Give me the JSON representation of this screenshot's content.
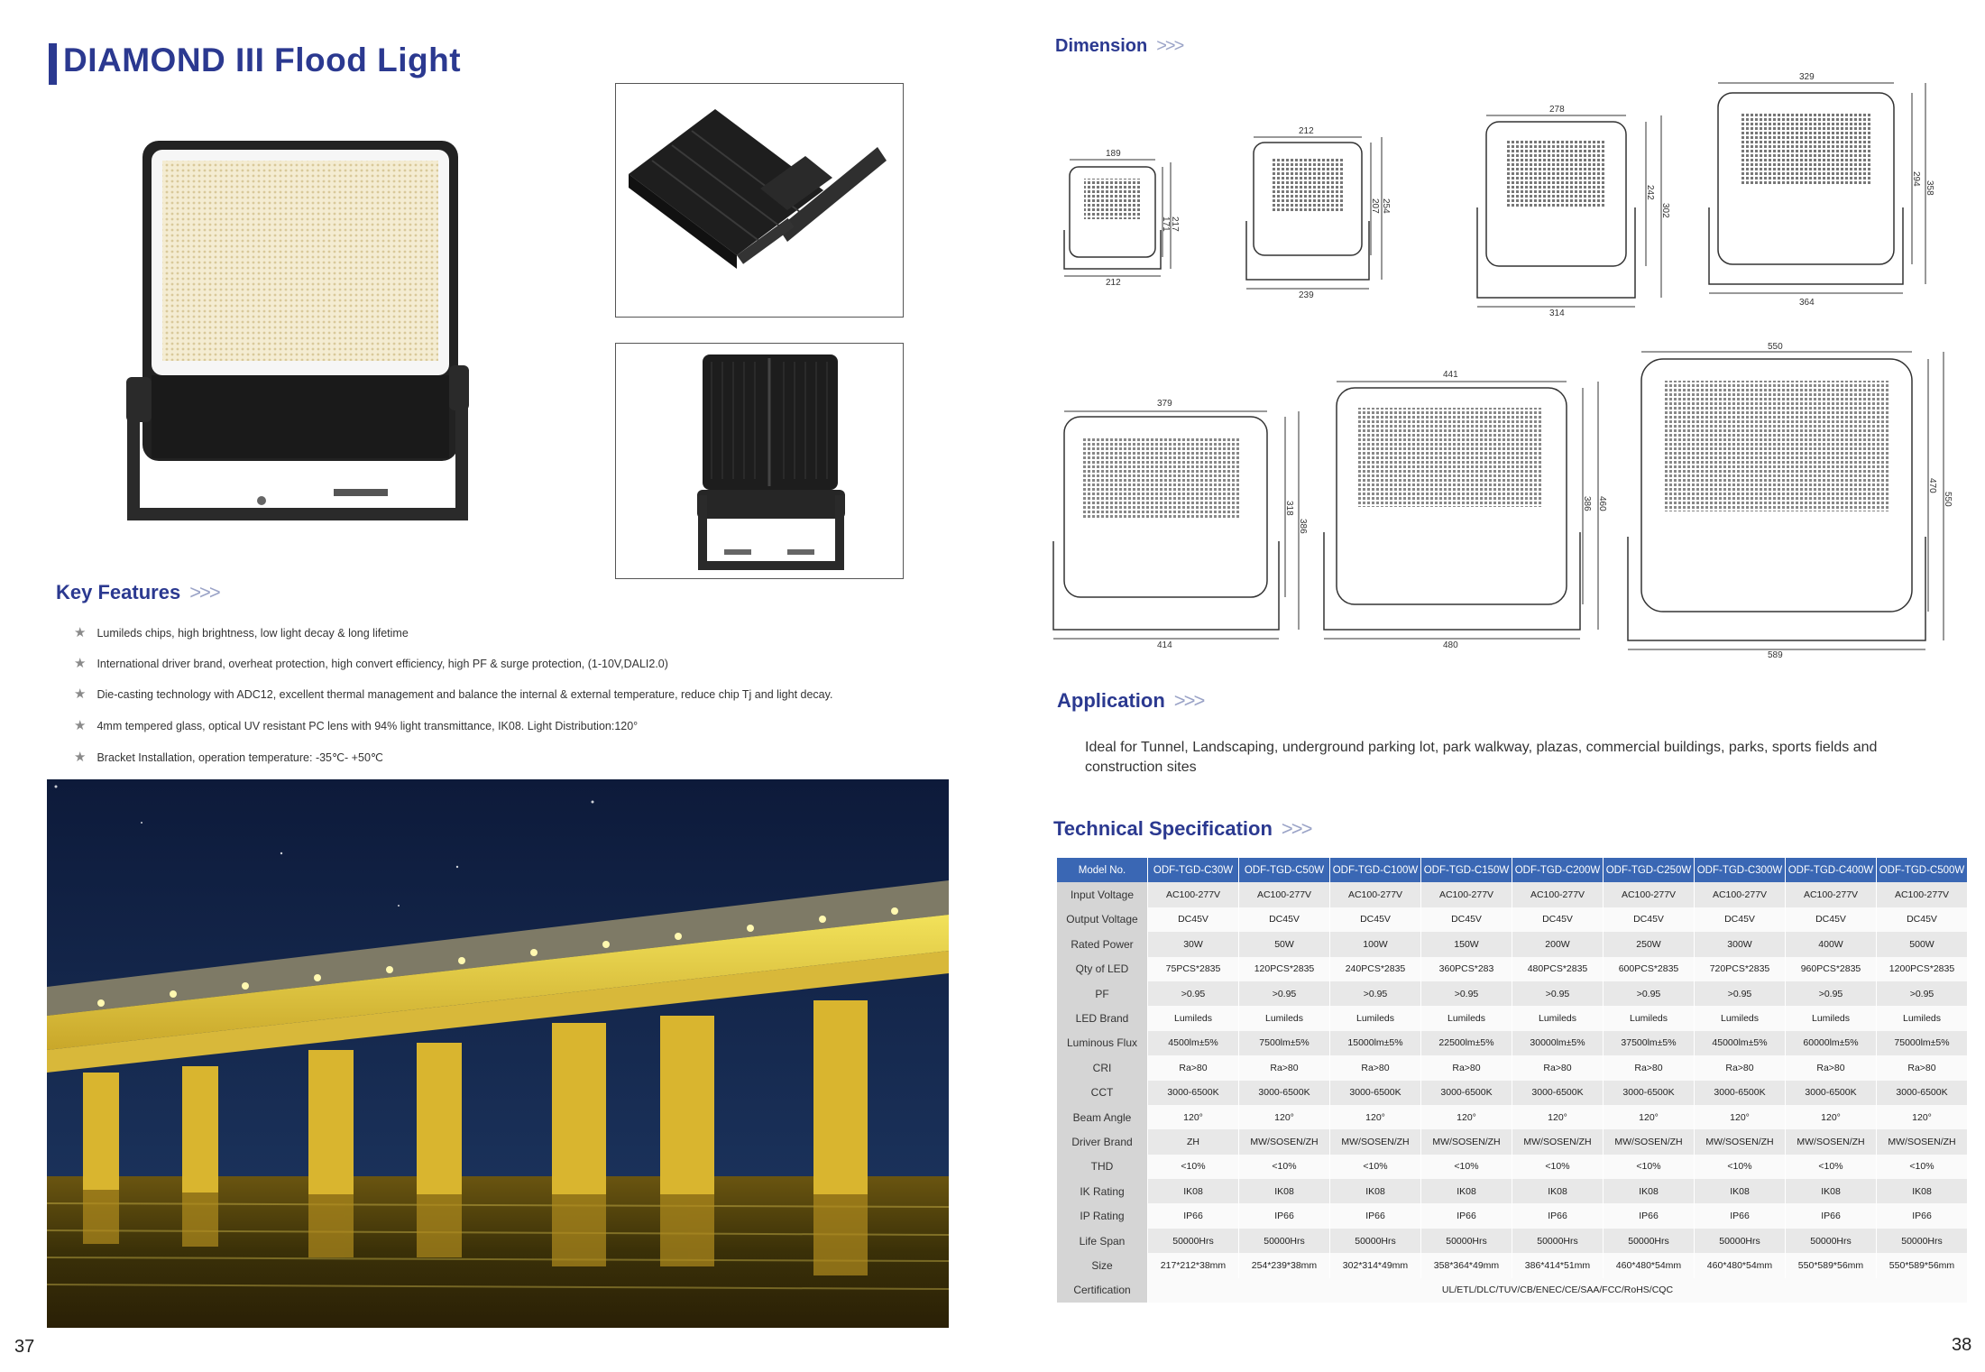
{
  "title": "DIAMOND III Flood Light",
  "key_features": {
    "heading": "Key Features",
    "items": [
      "Lumileds chips, high brightness, low light decay & long lifetime",
      "International driver brand, overheat protection, high convert efficiency, high PF & surge protection, (1-10V,DALI2.0)",
      "Die-casting technology with ADC12, excellent thermal management and balance the internal & external temperature, reduce chip Tj and light decay.",
      "4mm tempered glass, optical UV resistant PC lens with 94% light transmittance, IK08. Light Distribution:120°",
      "Bracket Installation, operation temperature: -35℃- +50℃"
    ]
  },
  "dimension": {
    "heading": "Dimension",
    "row1": [
      {
        "width": "189",
        "bottom": "212",
        "h_inner": "171",
        "h_outer": "217"
      },
      {
        "width": "212",
        "bottom": "239",
        "h_inner": "207",
        "h_outer": "254"
      },
      {
        "width": "278",
        "bottom": "314",
        "h_inner": "242",
        "h_outer": "302"
      },
      {
        "width": "329",
        "bottom": "364",
        "h_inner": "294",
        "h_outer": "358"
      }
    ],
    "row2": [
      {
        "width": "379",
        "bottom": "414",
        "h_inner": "318",
        "h_outer": "386"
      },
      {
        "width": "441",
        "bottom": "480",
        "h_inner": "386",
        "h_outer": "460"
      },
      {
        "width": "550",
        "bottom": "589",
        "h_inner": "470",
        "h_outer": "550"
      }
    ]
  },
  "application": {
    "heading": "Application",
    "text": "Ideal for Tunnel, Landscaping, underground parking lot, park walkway, plazas, commercial buildings, parks, sports fields and construction sites"
  },
  "technical_specification": {
    "heading": "Technical Specification",
    "header_label": "Model No.",
    "models": [
      "ODF-TGD-C30W",
      "ODF-TGD-C50W",
      "ODF-TGD-C100W",
      "ODF-TGD-C150W",
      "ODF-TGD-C200W",
      "ODF-TGD-C250W",
      "ODF-TGD-C300W",
      "ODF-TGD-C400W",
      "ODF-TGD-C500W"
    ],
    "rows": [
      {
        "label": "Input Voltage",
        "values": [
          "AC100-277V",
          "AC100-277V",
          "AC100-277V",
          "AC100-277V",
          "AC100-277V",
          "AC100-277V",
          "AC100-277V",
          "AC100-277V",
          "AC100-277V"
        ]
      },
      {
        "label": "Output Voltage",
        "values": [
          "DC45V",
          "DC45V",
          "DC45V",
          "DC45V",
          "DC45V",
          "DC45V",
          "DC45V",
          "DC45V",
          "DC45V"
        ]
      },
      {
        "label": "Rated Power",
        "values": [
          "30W",
          "50W",
          "100W",
          "150W",
          "200W",
          "250W",
          "300W",
          "400W",
          "500W"
        ]
      },
      {
        "label": "Qty of LED",
        "values": [
          "75PCS*2835",
          "120PCS*2835",
          "240PCS*2835",
          "360PCS*283",
          "480PCS*2835",
          "600PCS*2835",
          "720PCS*2835",
          "960PCS*2835",
          "1200PCS*2835"
        ]
      },
      {
        "label": "PF",
        "values": [
          ">0.95",
          ">0.95",
          ">0.95",
          ">0.95",
          ">0.95",
          ">0.95",
          ">0.95",
          ">0.95",
          ">0.95"
        ]
      },
      {
        "label": "LED Brand",
        "values": [
          "Lumileds",
          "Lumileds",
          "Lumileds",
          "Lumileds",
          "Lumileds",
          "Lumileds",
          "Lumileds",
          "Lumileds",
          "Lumileds"
        ]
      },
      {
        "label": "Luminous Flux",
        "values": [
          "4500lm±5%",
          "7500lm±5%",
          "15000lm±5%",
          "22500lm±5%",
          "30000lm±5%",
          "37500lm±5%",
          "45000lm±5%",
          "60000lm±5%",
          "75000lm±5%"
        ]
      },
      {
        "label": "CRI",
        "values": [
          "Ra>80",
          "Ra>80",
          "Ra>80",
          "Ra>80",
          "Ra>80",
          "Ra>80",
          "Ra>80",
          "Ra>80",
          "Ra>80"
        ]
      },
      {
        "label": "CCT",
        "values": [
          "3000-6500K",
          "3000-6500K",
          "3000-6500K",
          "3000-6500K",
          "3000-6500K",
          "3000-6500K",
          "3000-6500K",
          "3000-6500K",
          "3000-6500K"
        ]
      },
      {
        "label": "Beam Angle",
        "values": [
          "120°",
          "120°",
          "120°",
          "120°",
          "120°",
          "120°",
          "120°",
          "120°",
          "120°"
        ]
      },
      {
        "label": "Driver Brand",
        "values": [
          "ZH",
          "MW/SOSEN/ZH",
          "MW/SOSEN/ZH",
          "MW/SOSEN/ZH",
          "MW/SOSEN/ZH",
          "MW/SOSEN/ZH",
          "MW/SOSEN/ZH",
          "MW/SOSEN/ZH",
          "MW/SOSEN/ZH"
        ]
      },
      {
        "label": "THD",
        "values": [
          "<10%",
          "<10%",
          "<10%",
          "<10%",
          "<10%",
          "<10%",
          "<10%",
          "<10%",
          "<10%"
        ]
      },
      {
        "label": "IK Rating",
        "values": [
          "IK08",
          "IK08",
          "IK08",
          "IK08",
          "IK08",
          "IK08",
          "IK08",
          "IK08",
          "IK08"
        ]
      },
      {
        "label": "IP Rating",
        "values": [
          "IP66",
          "IP66",
          "IP66",
          "IP66",
          "IP66",
          "IP66",
          "IP66",
          "IP66",
          "IP66"
        ]
      },
      {
        "label": "Life Span",
        "values": [
          "50000Hrs",
          "50000Hrs",
          "50000Hrs",
          "50000Hrs",
          "50000Hrs",
          "50000Hrs",
          "50000Hrs",
          "50000Hrs",
          "50000Hrs"
        ]
      },
      {
        "label": "Size",
        "values": [
          "217*212*38mm",
          "254*239*38mm",
          "302*314*49mm",
          "358*364*49mm",
          "386*414*51mm",
          "460*480*54mm",
          "460*480*54mm",
          "550*589*56mm",
          "550*589*56mm"
        ]
      }
    ],
    "certification_label": "Certification",
    "certification_value": "UL/ETL/DLC/TUV/CB/ENEC/CE/SAA/FCC/RoHS/CQC"
  },
  "page_numbers": {
    "left": "37",
    "right": "38"
  }
}
